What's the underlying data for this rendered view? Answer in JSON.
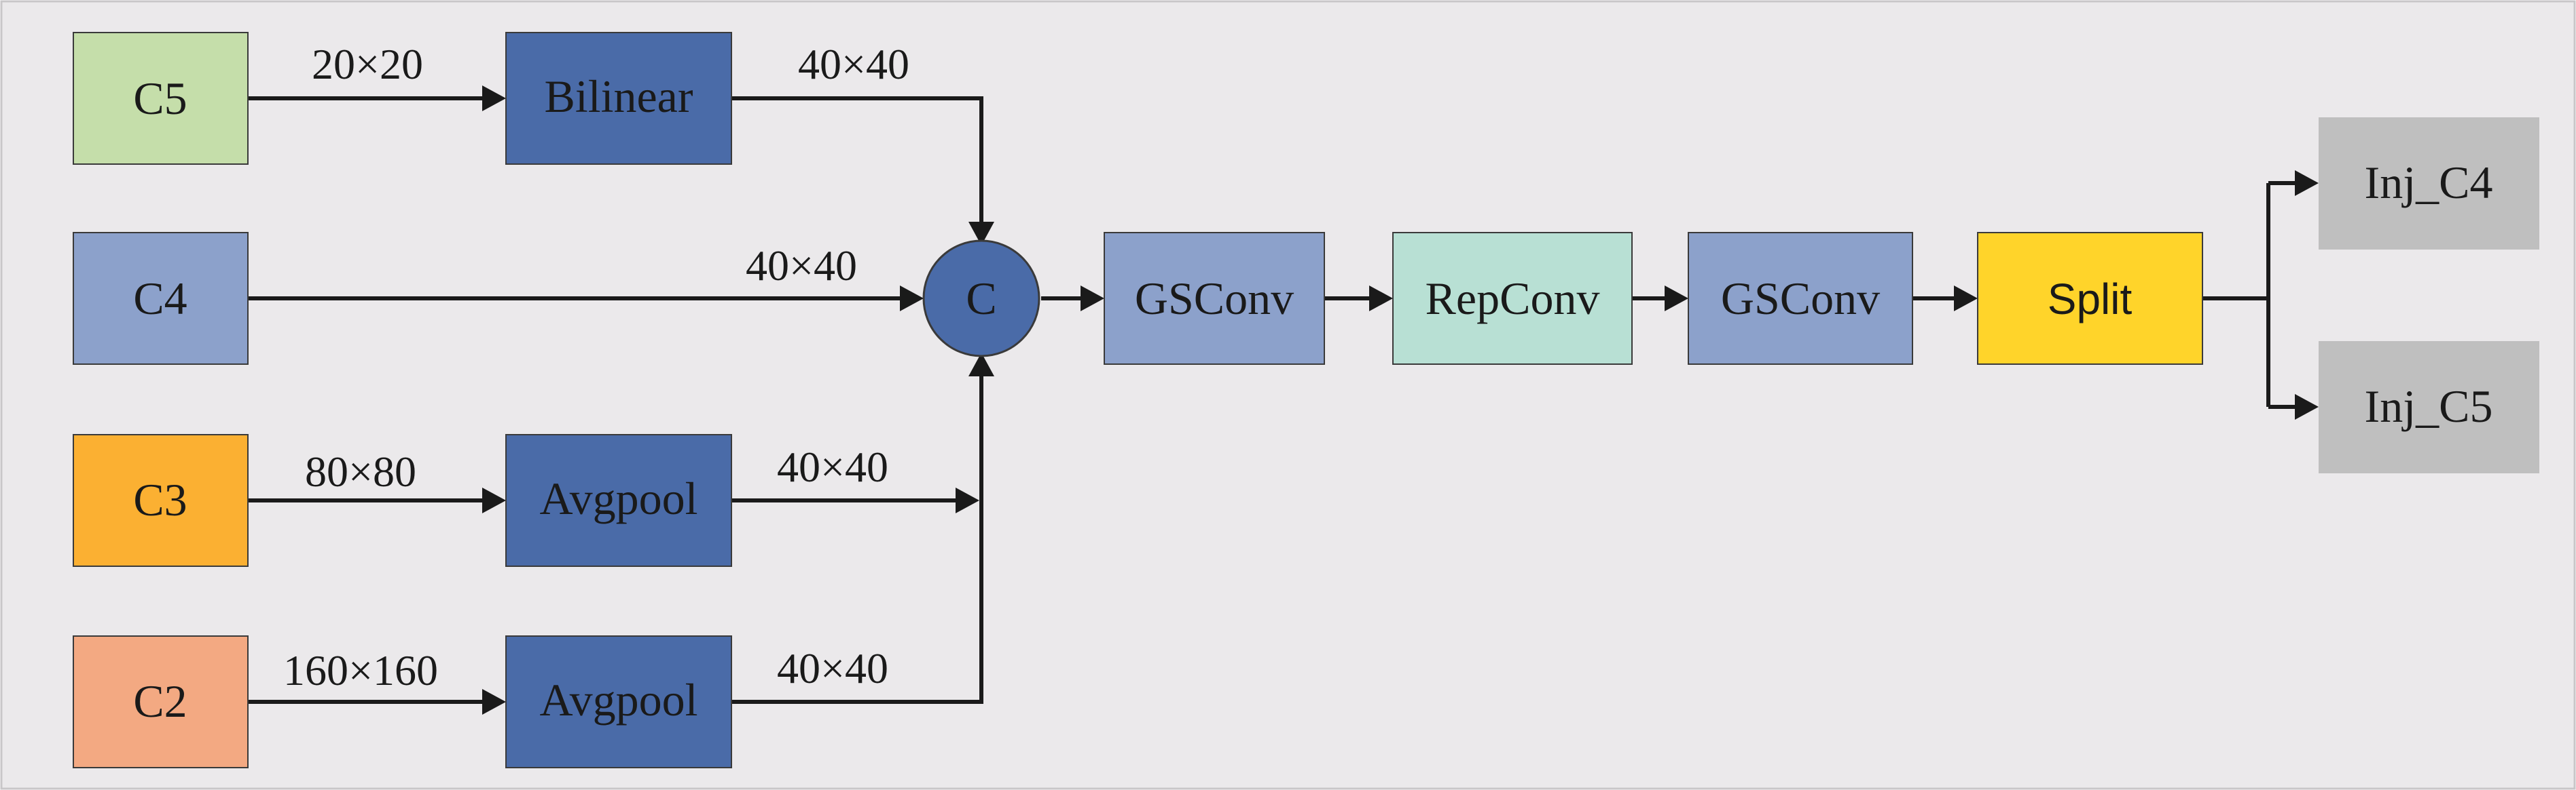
{
  "colors": {
    "background": "#ebe9eb",
    "frame": "#c8c6c8",
    "line": "#1a1a1a",
    "c5": "#c5deaa",
    "c4": "#8ca1cb",
    "c3": "#fbb032",
    "c2": "#f3a982",
    "dark_blue": "#4a6ba8",
    "mid_blue": "#8ca1cb",
    "mint": "#b8e0d4",
    "yellow": "#ffd42a",
    "gray": "#bfbfbf"
  },
  "inputs": {
    "c5": "C5",
    "c4": "C4",
    "c3": "C3",
    "c2": "C2"
  },
  "ops": {
    "bilinear": "Bilinear",
    "avgpool_c3": "Avgpool",
    "avgpool_c2": "Avgpool",
    "concat": "C",
    "gsconv_1": "GSConv",
    "repconv": "RepConv",
    "gsconv_2": "GSConv",
    "split": "Split"
  },
  "outputs": {
    "inj_c4": "Inj_C4",
    "inj_c5": "Inj_C5"
  },
  "sizes": {
    "c5_in": "20×20",
    "c5_out": "40×40",
    "c4": "40×40",
    "c3_in": "80×80",
    "c3_out": "40×40",
    "c2_in": "160×160",
    "c2_out": "40×40"
  },
  "icons": {
    "arrow": "arrowhead-icon"
  }
}
